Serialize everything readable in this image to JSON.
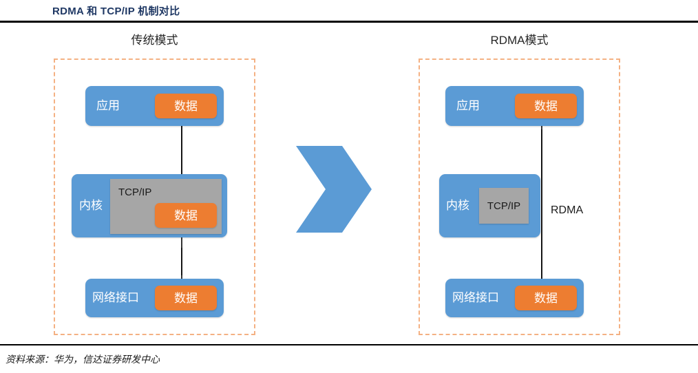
{
  "header": {
    "title": "RDMA 和 TCP/IP 机制对比"
  },
  "diagram": {
    "left_panel": {
      "caption": "传统模式",
      "layers": [
        {
          "name": "application",
          "label": "应用",
          "chip": "数据"
        },
        {
          "name": "kernel",
          "label": "内核",
          "inner_box_label": "TCP/IP",
          "chip": "数据"
        },
        {
          "name": "network-interface",
          "label": "网络接口",
          "chip": "数据"
        }
      ]
    },
    "center": {
      "icon": "chevron-right-icon"
    },
    "right_panel": {
      "caption": "RDMA模式",
      "path_label": "RDMA",
      "layers": [
        {
          "name": "application",
          "label": "应用",
          "chip": "数据"
        },
        {
          "name": "kernel",
          "label": "内核",
          "inner_box_label": "TCP/IP"
        },
        {
          "name": "network-interface",
          "label": "网络接口",
          "chip": "数据"
        }
      ]
    }
  },
  "footer": {
    "source": "资料来源：华为，信达证券研发中心"
  },
  "colors": {
    "title": "#1f3864",
    "layer_blue": "#5b9bd5",
    "data_orange": "#ed7d31",
    "dashed_border": "#f4b183",
    "gray_box": "#a6a6a6",
    "arrow": "#000000"
  }
}
